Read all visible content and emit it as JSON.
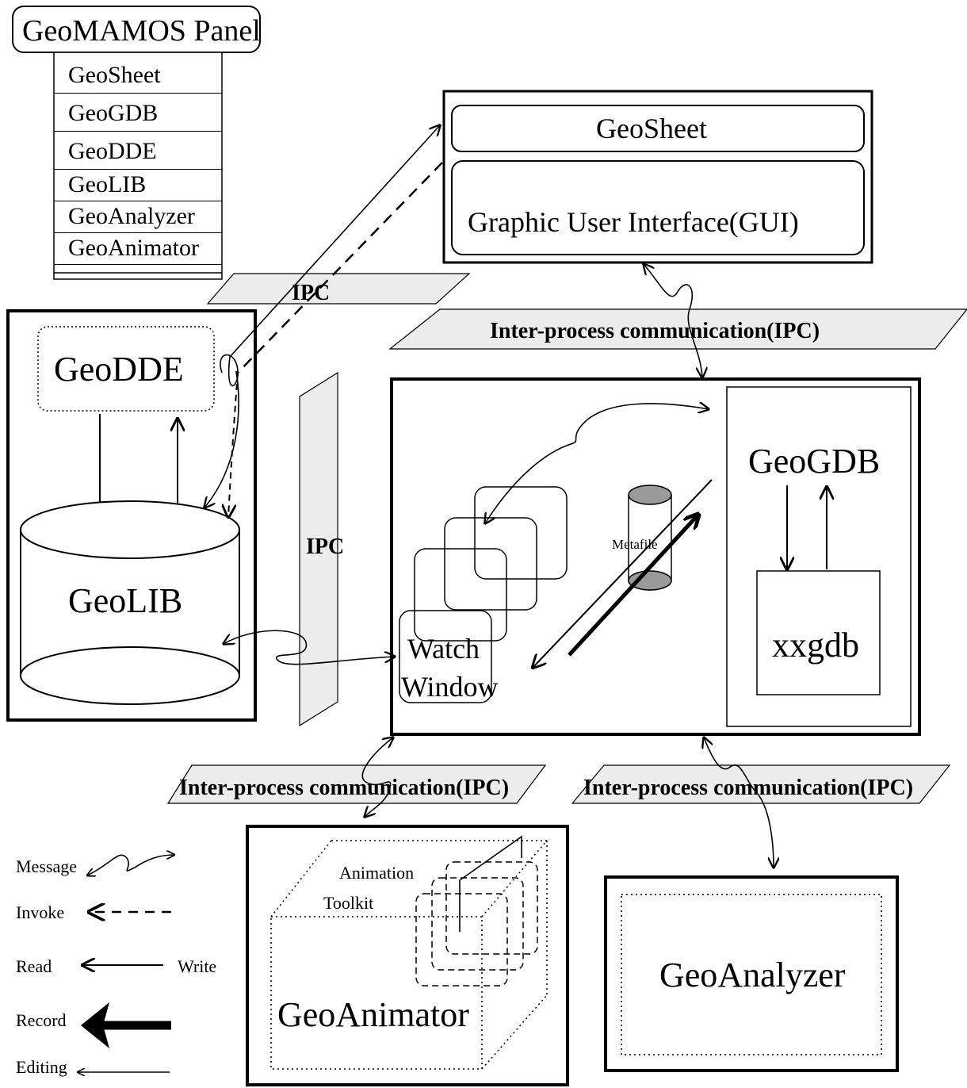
{
  "panel": {
    "title": "GeoMAMOS Panel",
    "items": [
      "GeoSheet",
      "GeoGDB",
      "GeoDDE",
      "GeoLIB",
      "GeoAnalyzer",
      "GeoAnimator"
    ]
  },
  "geosheet": {
    "title": "GeoSheet",
    "gui": "Graphic User Interface(GUI)"
  },
  "ipc": {
    "short": "IPC",
    "vertical": "IPC",
    "top_band": "Inter-process communication(IPC)",
    "bottom_left_band": "Inter-process communication(IPC)",
    "bottom_right_band": "Inter-process communication(IPC)"
  },
  "left_block": {
    "dde": "GeoDDE",
    "lib": "GeoLIB"
  },
  "center_block": {
    "watch_line1": "Watch",
    "watch_line2": "Window",
    "metafile": "Metafile",
    "gdb": "GeoGDB",
    "xxgdb": "xxgdb"
  },
  "animator": {
    "toolkit_line1": "Animation",
    "toolkit_line2": "Toolkit",
    "title": "GeoAnimator"
  },
  "analyzer": {
    "title": "GeoAnalyzer"
  },
  "legend": {
    "message": "Message",
    "invoke": "Invoke",
    "read": "Read",
    "write": "Write",
    "record": "Record",
    "editing": "Editing"
  },
  "colors": {
    "ink": "#000000",
    "band_fill": "#ececec",
    "metafile_fill": "#9a9a9a"
  }
}
